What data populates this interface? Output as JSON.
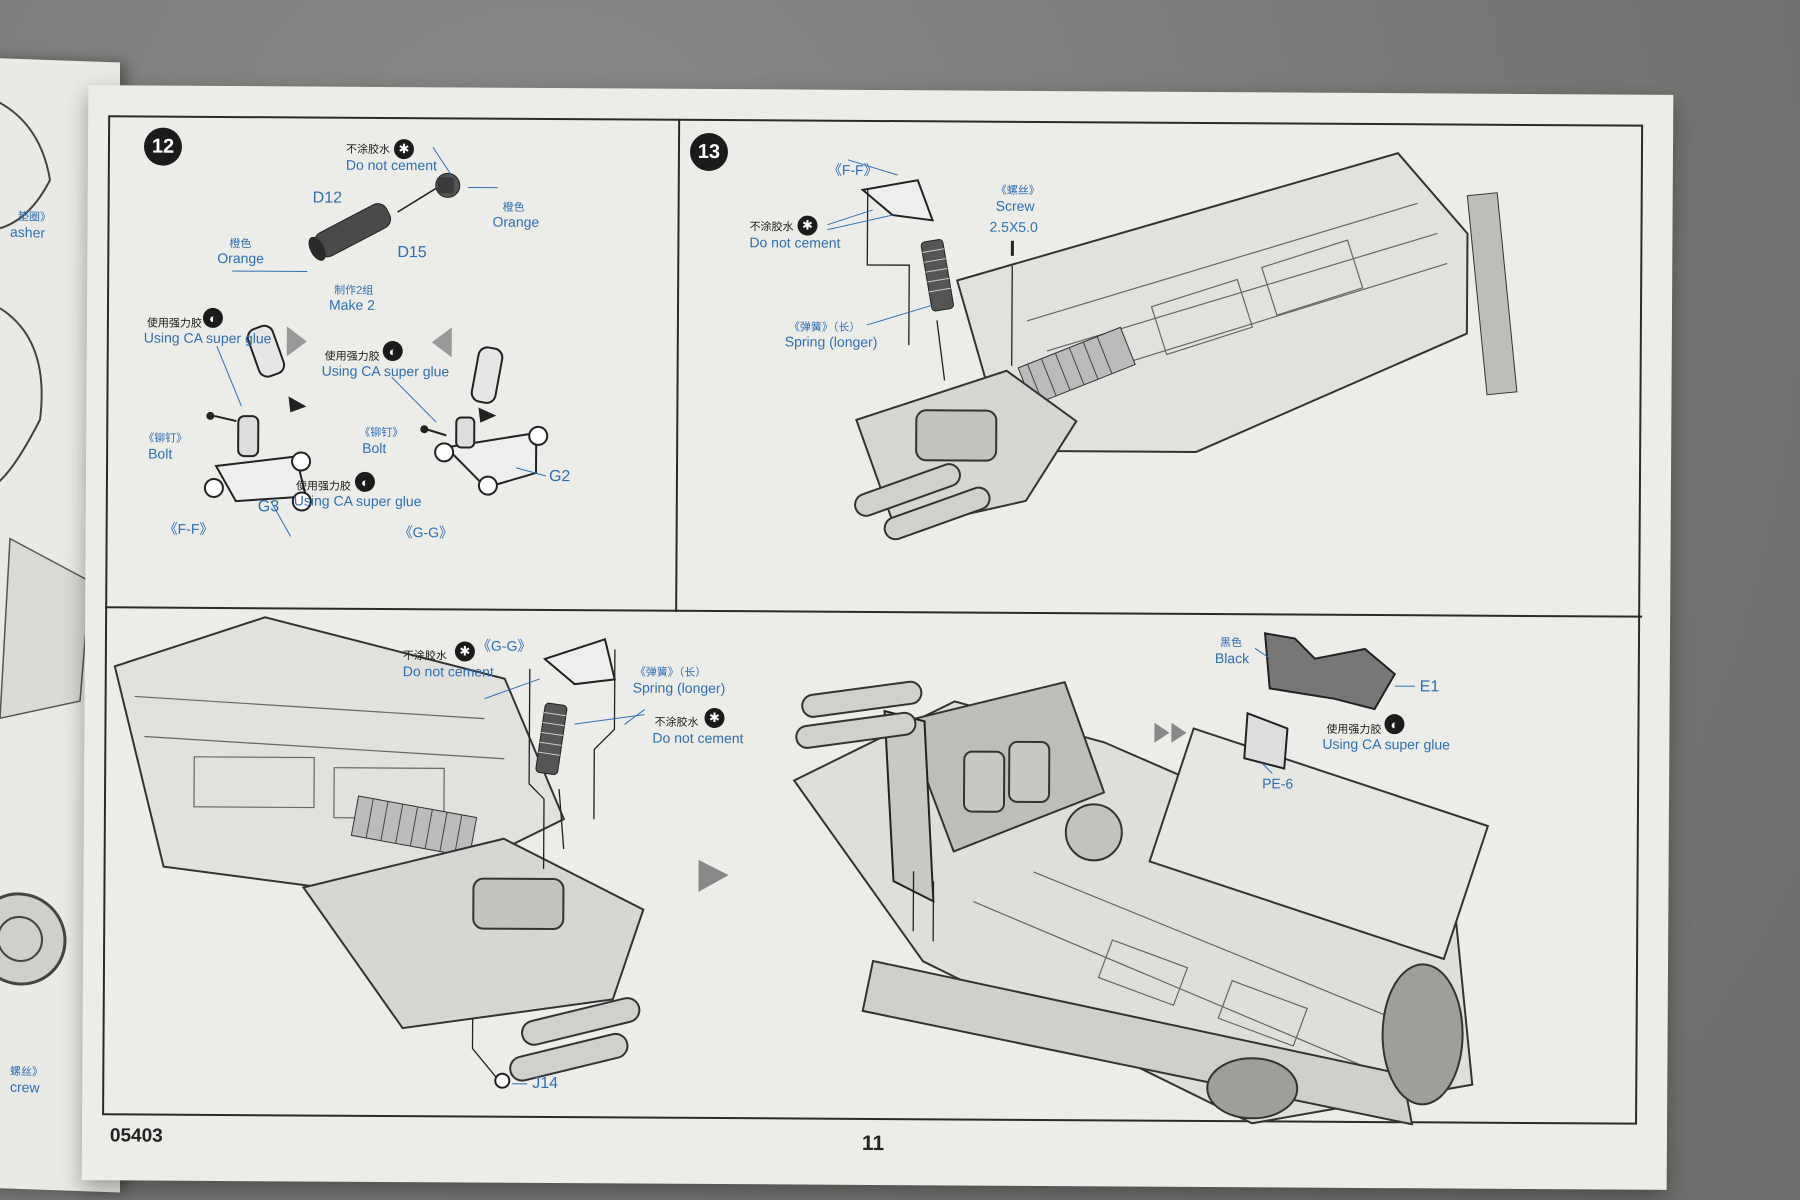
{
  "left_page": {
    "snippets": [
      "垫圈》",
      "asher",
      "螺丝》",
      "crew"
    ]
  },
  "page": {
    "code": "05403",
    "number": "11"
  },
  "step12": {
    "number": "12",
    "no_cement_cn": "不涂胶水",
    "no_cement_en": "Do not cement",
    "part_d12": "D12",
    "part_d15": "D15",
    "orange_cn_1": "橙色",
    "orange_en_1": "Orange",
    "orange_cn_2": "橙色",
    "orange_en_2": "Orange",
    "make_cn": "制作2组",
    "make_en": "Make 2",
    "ca_cn_1": "使用强力胶",
    "ca_en_1": "Using CA super glue",
    "ca_cn_2": "使用强力胶",
    "ca_en_2": "Using CA super glue",
    "ca_cn_3": "使用强力胶",
    "ca_en_3": "Using CA super glue",
    "bolt_cn_1": "《铆钉》",
    "bolt_en_1": "Bolt",
    "bolt_cn_2": "《铆钉》",
    "bolt_en_2": "Bolt",
    "part_g3": "G3",
    "part_g2": "G2",
    "ff": "《F-F》",
    "gg": "《G-G》"
  },
  "step13": {
    "number": "13",
    "ff": "《F-F》",
    "no_cement_cn": "不涂胶水",
    "no_cement_en": "Do not cement",
    "screw_cn": "《螺丝》",
    "screw_en": "Screw",
    "screw_size": "2.5X5.0",
    "spring_cn": "《弹簧》（长）",
    "spring_en": "Spring (longer)"
  },
  "bottom": {
    "gg": "《G-G》",
    "no_cement_cn_1": "不涂胶水",
    "no_cement_en_1": "Do not cement",
    "spring_cn": "《弹簧》（长）",
    "spring_en": "Spring (longer)",
    "no_cement_cn_2": "不涂胶水",
    "no_cement_en_2": "Do not cement",
    "part_j14": "J14",
    "black_cn": "黑色",
    "black_en": "Black",
    "part_e1": "E1",
    "ca_cn": "使用强力胶",
    "ca_en": "Using CA super glue",
    "part_pe6": "PE-6"
  },
  "icons": {
    "no_cement": "no-cement-icon",
    "ca_glue": "ca-glue-icon",
    "arrow": "arrow-icon"
  }
}
